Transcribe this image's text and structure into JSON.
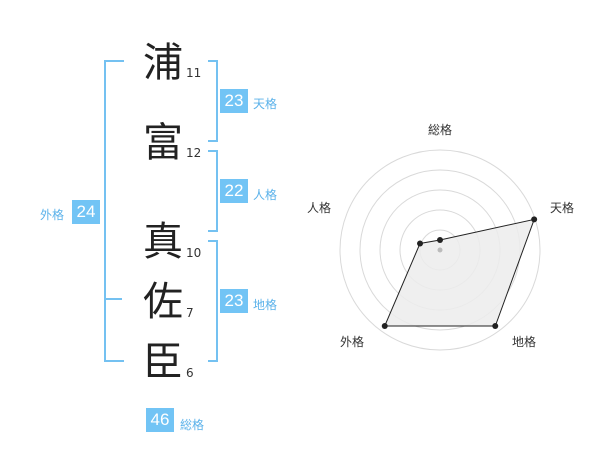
{
  "name_chars": [
    {
      "char": "浦",
      "strokes": "11"
    },
    {
      "char": "富",
      "strokes": "12"
    },
    {
      "char": "真",
      "strokes": "10"
    },
    {
      "char": "佐",
      "strokes": "7"
    },
    {
      "char": "臣",
      "strokes": "6"
    }
  ],
  "fortunes": {
    "tenkaku": {
      "value": "23",
      "label": "天格"
    },
    "jinkaku": {
      "value": "22",
      "label": "人格"
    },
    "chikaku": {
      "value": "23",
      "label": "地格"
    },
    "gaikaku": {
      "value": "24",
      "label": "外格"
    },
    "soukaku": {
      "value": "46",
      "label": "総格"
    }
  },
  "chart_data": {
    "type": "radar",
    "axes": [
      "総格",
      "天格",
      "地格",
      "外格",
      "人格"
    ],
    "values": [
      0.5,
      4.95,
      4.7,
      4.7,
      1.05
    ],
    "max": 5,
    "rings": 5,
    "colors": {
      "fill": "#ececec",
      "stroke": "#222222",
      "grid": "#d9d9d9",
      "accent": "#72c4f5"
    }
  }
}
